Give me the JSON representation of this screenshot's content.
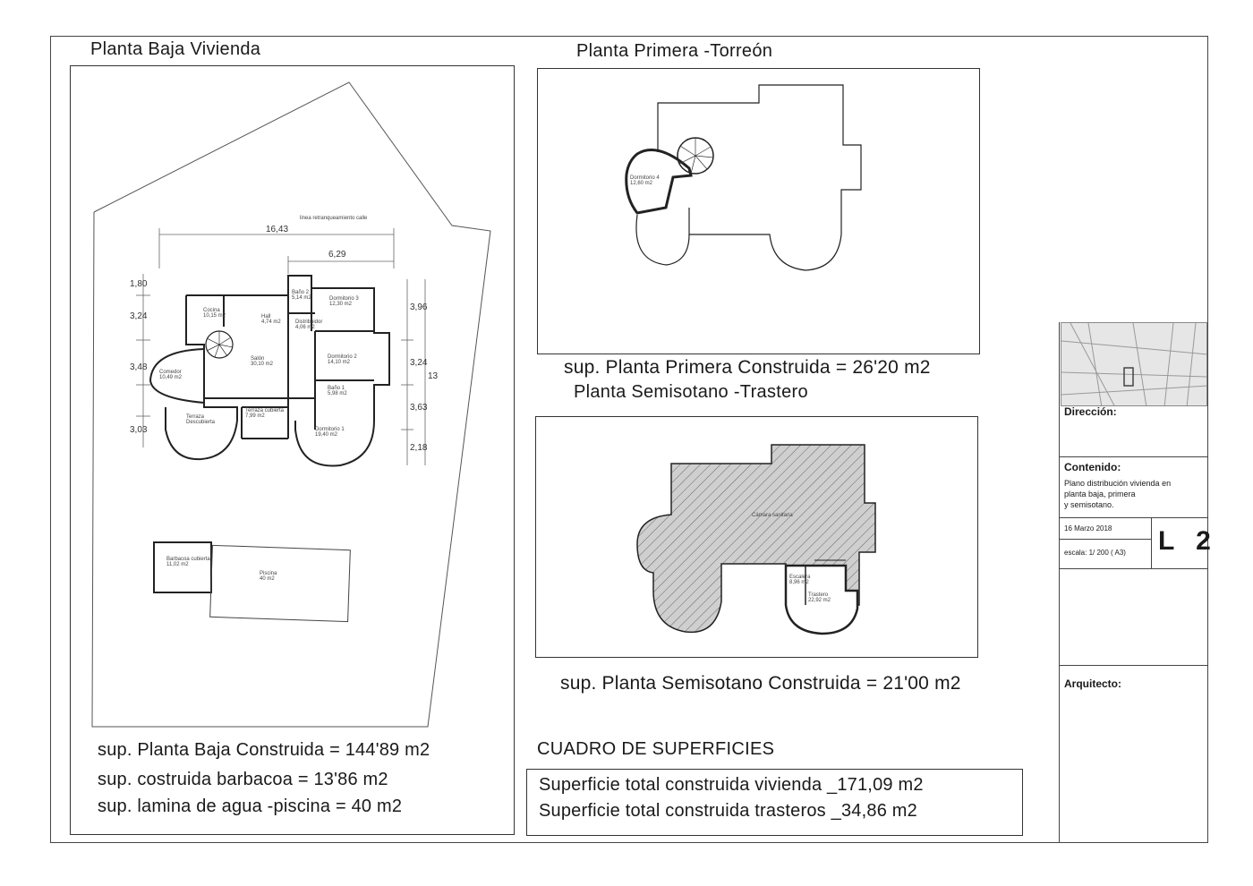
{
  "ground_floor": {
    "title": "Planta Baja Vivienda",
    "note": "linea retranqueamiento calle",
    "dims": [
      "16,43",
      "6,29",
      "1,80",
      "3,24",
      "3,48",
      "3,03",
      "3,96",
      "3,24",
      "3,63",
      "2,18",
      "13"
    ],
    "rooms": [
      {
        "name": "Cocina",
        "area": "10,15 m2"
      },
      {
        "name": "Baño 2",
        "area": "5,14 m2"
      },
      {
        "name": "Dormitorio 3",
        "area": "12,30 m2"
      },
      {
        "name": "Hall",
        "area": "4,74 m2"
      },
      {
        "name": "Distribuidor",
        "area": "4,06 m2"
      },
      {
        "name": "Salón",
        "area": "30,10 m2"
      },
      {
        "name": "Dormitorio 2",
        "area": "14,10 m2"
      },
      {
        "name": "Comedor",
        "area": "10,49 m2"
      },
      {
        "name": "Baño 1",
        "area": "5,98 m2"
      },
      {
        "name": "Terraza",
        "area": "Descubierta"
      },
      {
        "name": "Terraza cubierta",
        "area": "7,99 m2"
      },
      {
        "name": "Dormitorio 1",
        "area": "19,40 m2"
      },
      {
        "name": "Barbacoa cubierta",
        "area": "11,02 m2"
      },
      {
        "name": "Piscina",
        "area": "40 m2"
      }
    ],
    "sup_lines": [
      "sup. Planta Baja Construida = 144'89 m2",
      "sup. costruida barbacoa = 13'86 m2",
      "sup. lamina de agua -piscina = 40 m2"
    ]
  },
  "first_floor": {
    "title": "Planta Primera  -Torreón",
    "room": {
      "name": "Dormitorio 4",
      "area": "12,60 m2"
    },
    "sup": "sup. Planta Primera Construida = 26'20 m2"
  },
  "basement": {
    "title": "Planta Semisotano -Trastero",
    "rooms": [
      {
        "name": "Cámara sanitaria",
        "area": ""
      },
      {
        "name": "Escalera",
        "area": "8,96 m2"
      },
      {
        "name": "Trastero",
        "area": "22,92 m2"
      }
    ],
    "sup": "sup. Planta Semisotano Construida = 21'00 m2"
  },
  "summary": {
    "title": "CUADRO DE SUPERFICIES",
    "lines": [
      "Superficie total construida vivienda _171,09 m2",
      "Superficie total construida trasteros _34,86 m2"
    ]
  },
  "title_block": {
    "direccion_label": "Dirección:",
    "contenido_label": "Contenido:",
    "contenido_lines": [
      "Plano distribución vivienda en",
      "planta baja, primera",
      "y semisotano."
    ],
    "date": "16 Marzo 2018",
    "scale": "escala: 1/ 200 ( A3)",
    "sheet": "L 2",
    "arquitecto_label": "Arquitecto:"
  }
}
